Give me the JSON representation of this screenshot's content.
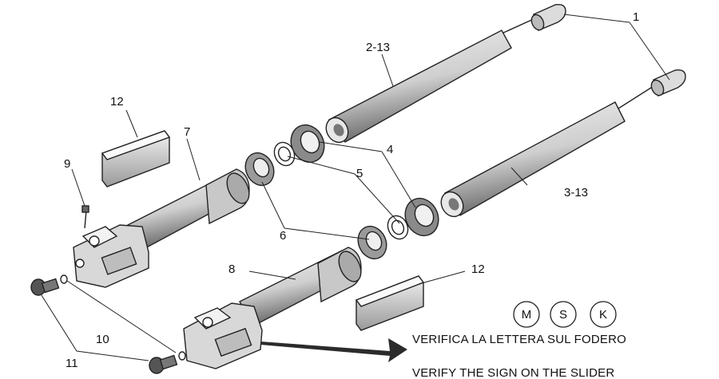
{
  "labels": {
    "l1": "1",
    "l2_13": "2-13",
    "l3_13": "3-13",
    "l4": "4",
    "l5": "5",
    "l6": "6",
    "l7": "7",
    "l8": "8",
    "l9": "9",
    "l10": "10",
    "l11": "11",
    "l12_top": "12",
    "l12_bottom": "12"
  },
  "markers": [
    "M",
    "S",
    "K"
  ],
  "notes": {
    "italian": "VERIFICA LA LETTERA SUL FODERO",
    "english": "VERIFY THE SIGN ON THE SLIDER"
  },
  "colors": {
    "line": "#222222",
    "tube_fill": "#d9d9d9",
    "shadow": "#3a3a3a",
    "arrow": "#2b2b2b"
  }
}
